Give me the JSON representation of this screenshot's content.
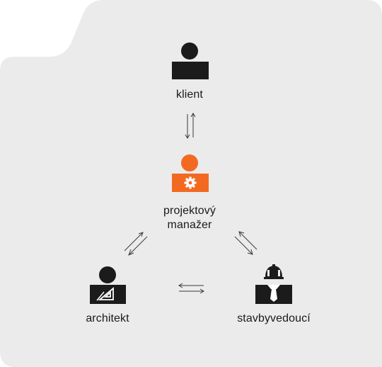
{
  "colors": {
    "panel": "#ecebeb",
    "icon_dark": "#1b1b1b",
    "icon_accent": "#f26a21",
    "arrow": "#3a3a3a"
  },
  "nodes": {
    "client": {
      "label": "klient",
      "icon": "person-icon"
    },
    "manager": {
      "label_line1": "projektový",
      "label_line2": "manažer",
      "icon": "person-gear-icon"
    },
    "architect": {
      "label": "architekt",
      "icon": "person-set-square-icon"
    },
    "site_manager": {
      "label": "stavbyvedoucí",
      "icon": "person-hardhat-tie-icon"
    }
  },
  "edges": [
    {
      "from": "client",
      "to": "manager",
      "type": "bidirectional"
    },
    {
      "from": "manager",
      "to": "architect",
      "type": "bidirectional"
    },
    {
      "from": "manager",
      "to": "site_manager",
      "type": "bidirectional"
    },
    {
      "from": "architect",
      "to": "site_manager",
      "type": "bidirectional"
    }
  ]
}
